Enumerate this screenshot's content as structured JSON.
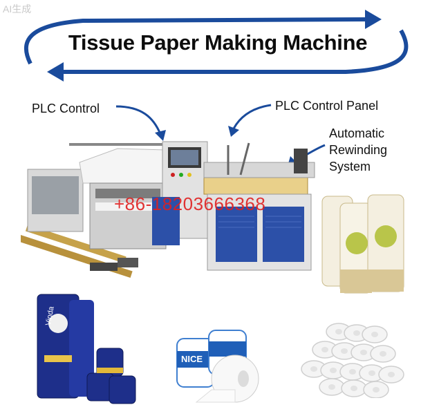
{
  "badge": "AI生成",
  "title": "Tissue Paper Making Machine",
  "watermark": "+86-18203666368",
  "callouts": {
    "plc_control": "PLC Control",
    "plc_control_panel": "PLC Control Panel",
    "rewinding_line1": "Automatic",
    "rewinding_line2": "Rewinding",
    "rewinding_line3": "System"
  },
  "products": {
    "nice_brand": "NICE",
    "pack_brand": "Vinda"
  },
  "colors": {
    "accent_blue": "#1a4b9c",
    "machine_blue": "#2c50a8",
    "watermark_red": "#e02020"
  }
}
